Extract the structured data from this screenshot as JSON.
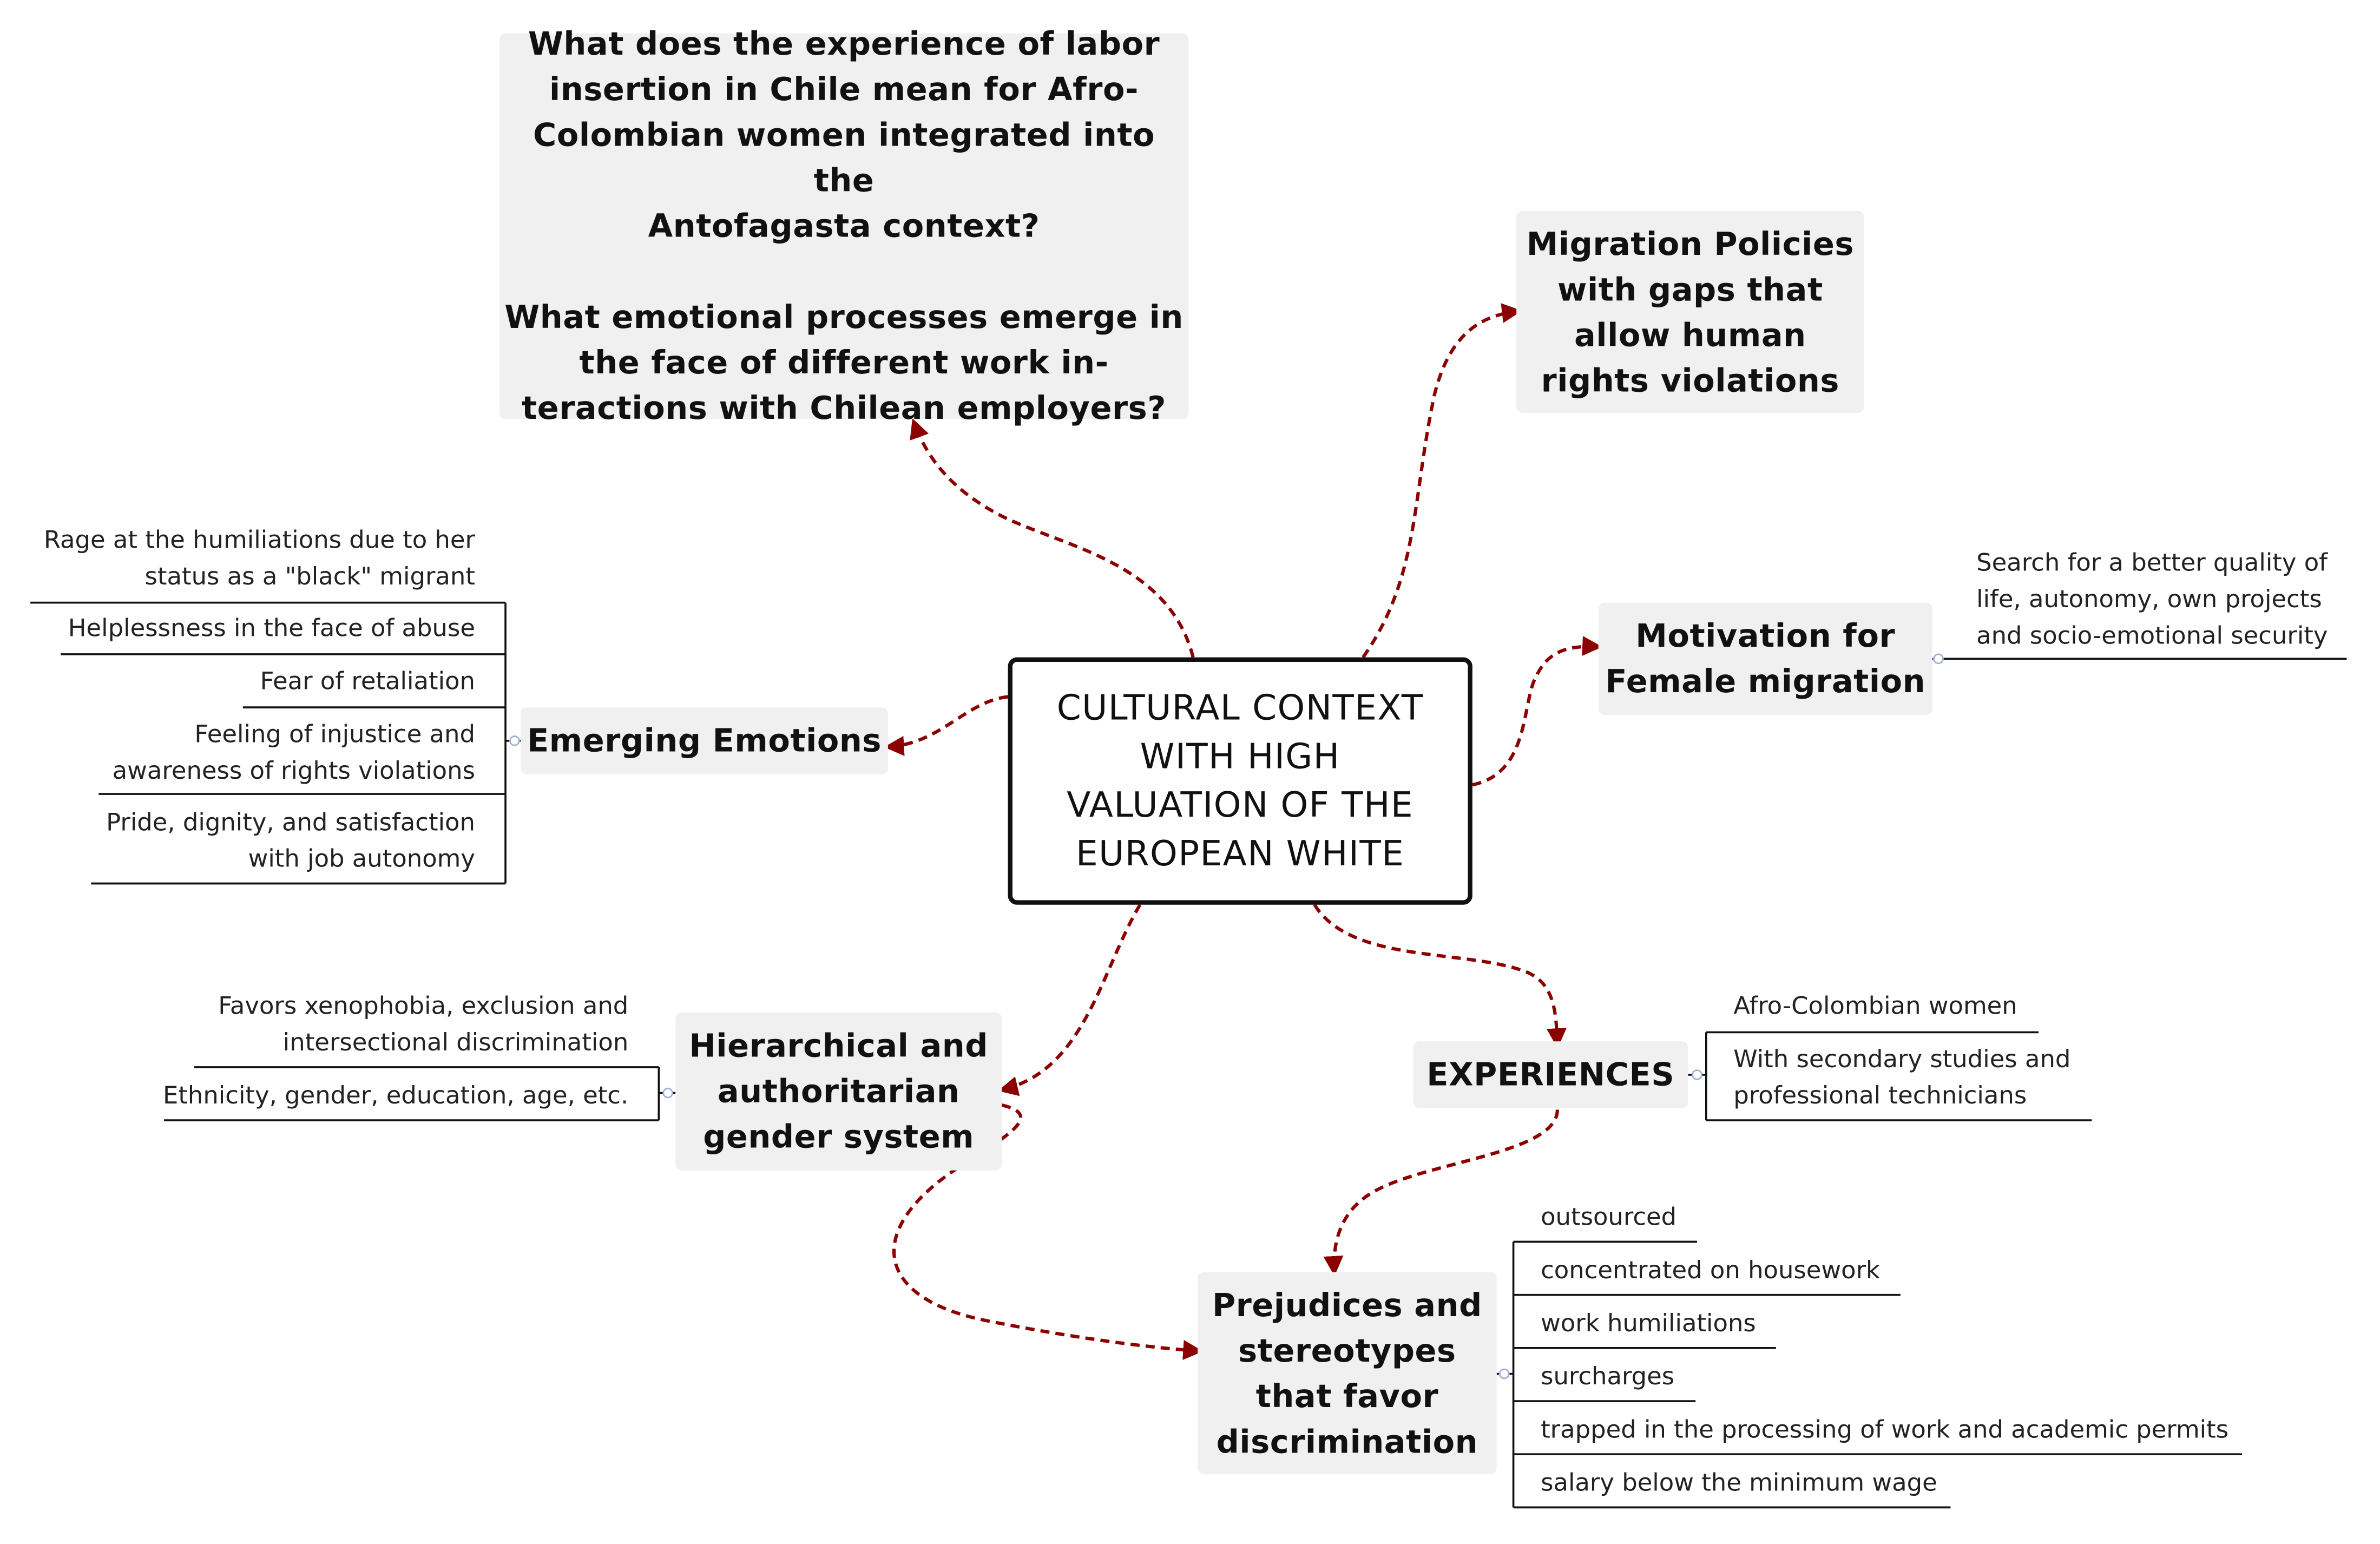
{
  "central": {
    "lines": [
      "CULTURAL CONTEXT",
      "WITH HIGH",
      "VALUATION OF THE",
      "EUROPEAN WHITE"
    ]
  },
  "questions": {
    "q1_lines": [
      "What does the experience of labor",
      "insertion in Chile mean for Afro-",
      "Colombian women integrated into the",
      "Antofagasta context?"
    ],
    "q2_lines": [
      "What emotional processes emerge in",
      "the face of different work in-",
      "teractions with Chilean employers?"
    ]
  },
  "migration_policies": {
    "lines": [
      "Migration Policies",
      "with gaps that",
      "allow human",
      "rights violations"
    ]
  },
  "motivation": {
    "lines": [
      "Motivation for",
      "Female migration"
    ],
    "leaves": [
      {
        "lines": [
          "Search for a better quality of",
          "life, autonomy, own projects",
          "and socio-emotional security"
        ]
      }
    ]
  },
  "emotions": {
    "label": "Emerging Emotions",
    "leaves": [
      {
        "lines": [
          "Rage at the humiliations due to her",
          "status as a \"black\" migrant"
        ]
      },
      {
        "lines": [
          "Helplessness in the face of abuse"
        ]
      },
      {
        "lines": [
          "Fear of retaliation"
        ]
      },
      {
        "lines": [
          "Feeling of injustice and",
          "awareness of rights violations"
        ]
      },
      {
        "lines": [
          "Pride, dignity, and satisfaction",
          "with job autonomy"
        ]
      }
    ]
  },
  "hierarchy": {
    "lines": [
      "Hierarchical and",
      "authoritarian",
      "gender system"
    ],
    "leaves": [
      {
        "lines": [
          "Favors xenophobia, exclusion and",
          "intersectional discrimination"
        ]
      },
      {
        "lines": [
          "Ethnicity, gender, education, age, etc."
        ]
      }
    ]
  },
  "experiences": {
    "label": "EXPERIENCES",
    "leaves": [
      {
        "lines": [
          "Afro-Colombian women"
        ]
      },
      {
        "lines": [
          "With secondary studies and",
          "professional technicians"
        ]
      }
    ]
  },
  "prejudices": {
    "lines": [
      "Prejudices and",
      "stereotypes",
      "that favor",
      "discrimination"
    ],
    "leaves": [
      {
        "lines": [
          "outsourced"
        ]
      },
      {
        "lines": [
          "concentrated on housework"
        ]
      },
      {
        "lines": [
          "work humiliations"
        ]
      },
      {
        "lines": [
          "surcharges"
        ]
      },
      {
        "lines": [
          "trapped in the processing of work and academic permits"
        ]
      },
      {
        "lines": [
          "salary below the minimum wage"
        ]
      }
    ]
  },
  "colors": {
    "arrow": "#8b0000",
    "node_fill": "#f0f0f0",
    "border": "#111111",
    "leaf_line": "#111111",
    "collapse_dot": "#9fb3d6"
  }
}
